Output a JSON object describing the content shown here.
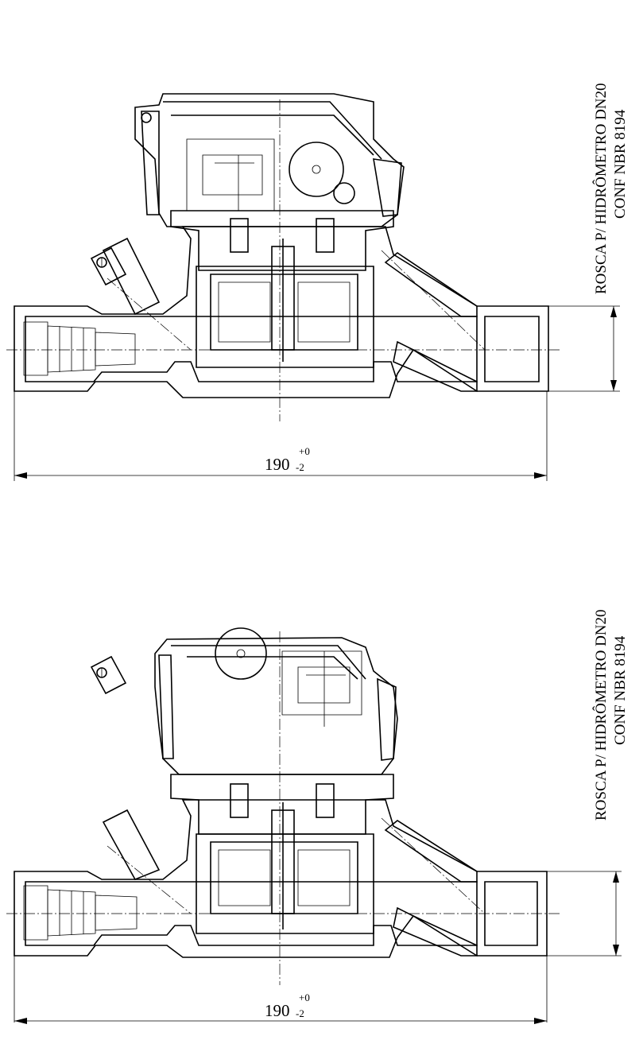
{
  "drawings": [
    {
      "note": {
        "line1": "ROSCA P/ HIDRÔMETRO DN20",
        "line2": "CONF NBR 8194"
      },
      "dimension": {
        "value": "190",
        "upper_tolerance": "+0",
        "lower_tolerance": "-2"
      }
    },
    {
      "note": {
        "line1": "ROSCA P/ HIDRÔMETRO DN20",
        "line2": "CONF NBR 8194"
      },
      "dimension": {
        "value": "190",
        "upper_tolerance": "+0",
        "lower_tolerance": "-2"
      }
    }
  ]
}
